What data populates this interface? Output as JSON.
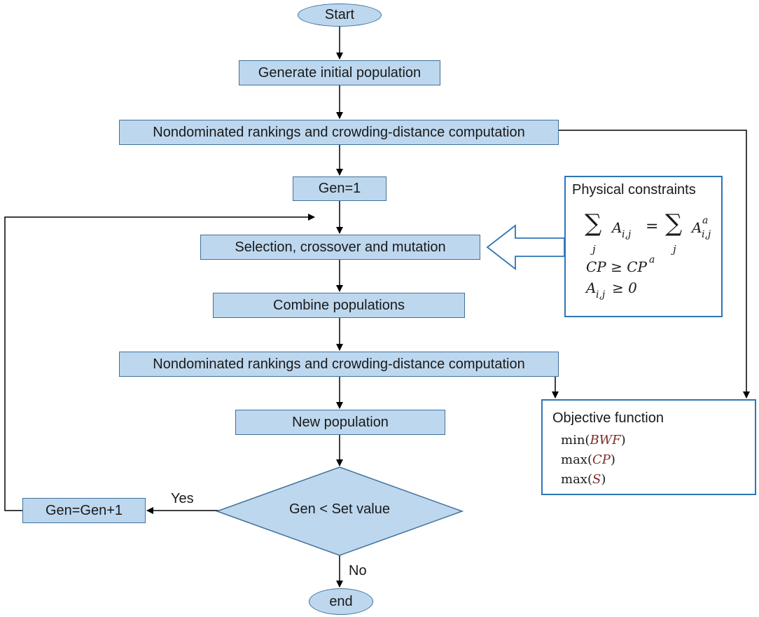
{
  "nodes": {
    "start": "Start",
    "generate": "Generate initial population",
    "rank1": "Nondominated rankings and crowding-distance computation",
    "gen1": "Gen=1",
    "selection": "Selection, crossover and mutation",
    "combine": "Combine populations",
    "rank2": "Nondominated rankings and crowding-distance computation",
    "newpop": "New population",
    "decision": "Gen < Set value",
    "increment": "Gen=Gen+1",
    "end": "end"
  },
  "edge_labels": {
    "yes": "Yes",
    "no": "No"
  },
  "constraints": {
    "title": "Physical constraints",
    "sum_symbol": "∑",
    "index_j": "j",
    "lhs_var": "A",
    "lhs_sub": "i,j",
    "equals": "=",
    "rhs_var": "A",
    "rhs_sup": "a",
    "rhs_sub": "i,j",
    "line2": "CP ≥ CP",
    "line2_sup": "a",
    "line3_var": "A",
    "line3_sub": "i,j",
    "line3_rest": " ≥ 0"
  },
  "objective": {
    "title": "Objective function",
    "items": [
      {
        "fn": "min",
        "arg": "BWF"
      },
      {
        "fn": "max",
        "arg": "CP"
      },
      {
        "fn": "max",
        "arg": "S"
      }
    ]
  },
  "colors": {
    "box_fill": "#bdd7ee",
    "box_border": "#41719c",
    "panel_border": "#2e75b6",
    "arrow": "#000000"
  }
}
